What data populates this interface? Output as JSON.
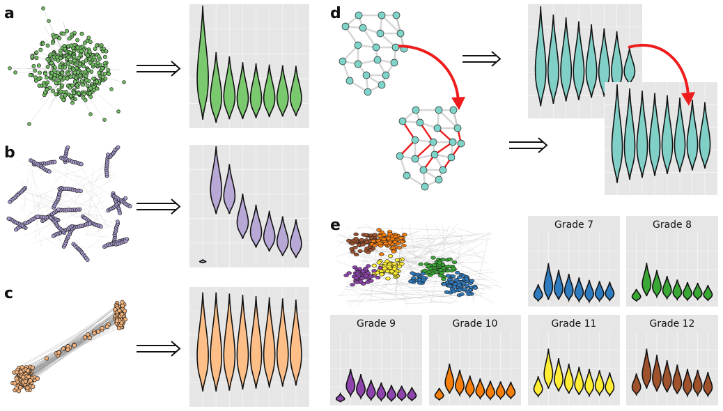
{
  "panels": [
    {
      "label": "a",
      "color": "#7bc96f",
      "node_color": "#6fbf60",
      "violin_heights": [
        1.0,
        0.62,
        0.55,
        0.5,
        0.48,
        0.46,
        0.45,
        0.44
      ],
      "violin_centers": [
        0.72,
        0.3,
        0.3,
        0.28,
        0.28,
        0.28,
        0.28,
        0.28
      ]
    },
    {
      "label": "b",
      "color": "#b7a8d6",
      "node_color": "#a99ad0",
      "violin_heights": [
        0.02,
        0.6,
        0.44,
        0.4,
        0.38,
        0.36,
        0.35,
        0.34
      ],
      "violin_centers": [
        0.05,
        0.86,
        0.62,
        0.4,
        0.32,
        0.28,
        0.24,
        0.22
      ]
    },
    {
      "label": "c",
      "color": "#fdbf87",
      "node_color": "#f5b27a",
      "violin_heights": [
        0.9,
        0.9,
        0.88,
        0.86,
        0.84,
        0.82,
        0.8,
        0.78
      ],
      "violin_centers": [
        0.5,
        0.5,
        0.5,
        0.5,
        0.5,
        0.5,
        0.5,
        0.5
      ]
    },
    {
      "label": "d",
      "color": "#80d0c7",
      "node_color": "#7fd4c9"
    },
    {
      "label": "e"
    }
  ],
  "school_network": {
    "grades": [
      {
        "title": "Grade 7",
        "color": "#2f7bbf"
      },
      {
        "title": "Grade 8",
        "color": "#3aa835"
      },
      {
        "title": "Grade 9",
        "color": "#8e44ad"
      },
      {
        "title": "Grade 10",
        "color": "#f57e0d"
      },
      {
        "title": "Grade 11",
        "color": "#ffee33"
      },
      {
        "title": "Grade 12",
        "color": "#a0522d"
      }
    ]
  },
  "colors": {
    "panel_bg": "#e6e6e6",
    "grid": "#f7f7f7",
    "arrow_red": "#ee1c1c",
    "outline": "#111111"
  }
}
